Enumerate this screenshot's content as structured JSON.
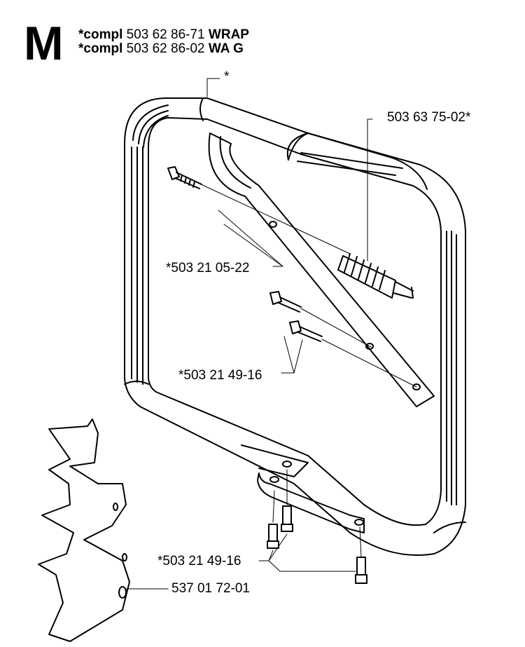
{
  "header": {
    "section_letter": "M",
    "lines": [
      {
        "prefix": "*compl",
        "number": "503 62 86-71",
        "suffix": "WRAP"
      },
      {
        "prefix": "*compl",
        "number": "503 62 86-02",
        "suffix": "WA G"
      }
    ]
  },
  "callouts": {
    "top_star": "*",
    "grip": "503 63 75-02*",
    "bolt_upper": "*503 21 05-22",
    "bolts_middle": "*503 21 49-16",
    "bolts_lower": "*503 21 49-16",
    "guard_plate": "537 01 72-01"
  }
}
